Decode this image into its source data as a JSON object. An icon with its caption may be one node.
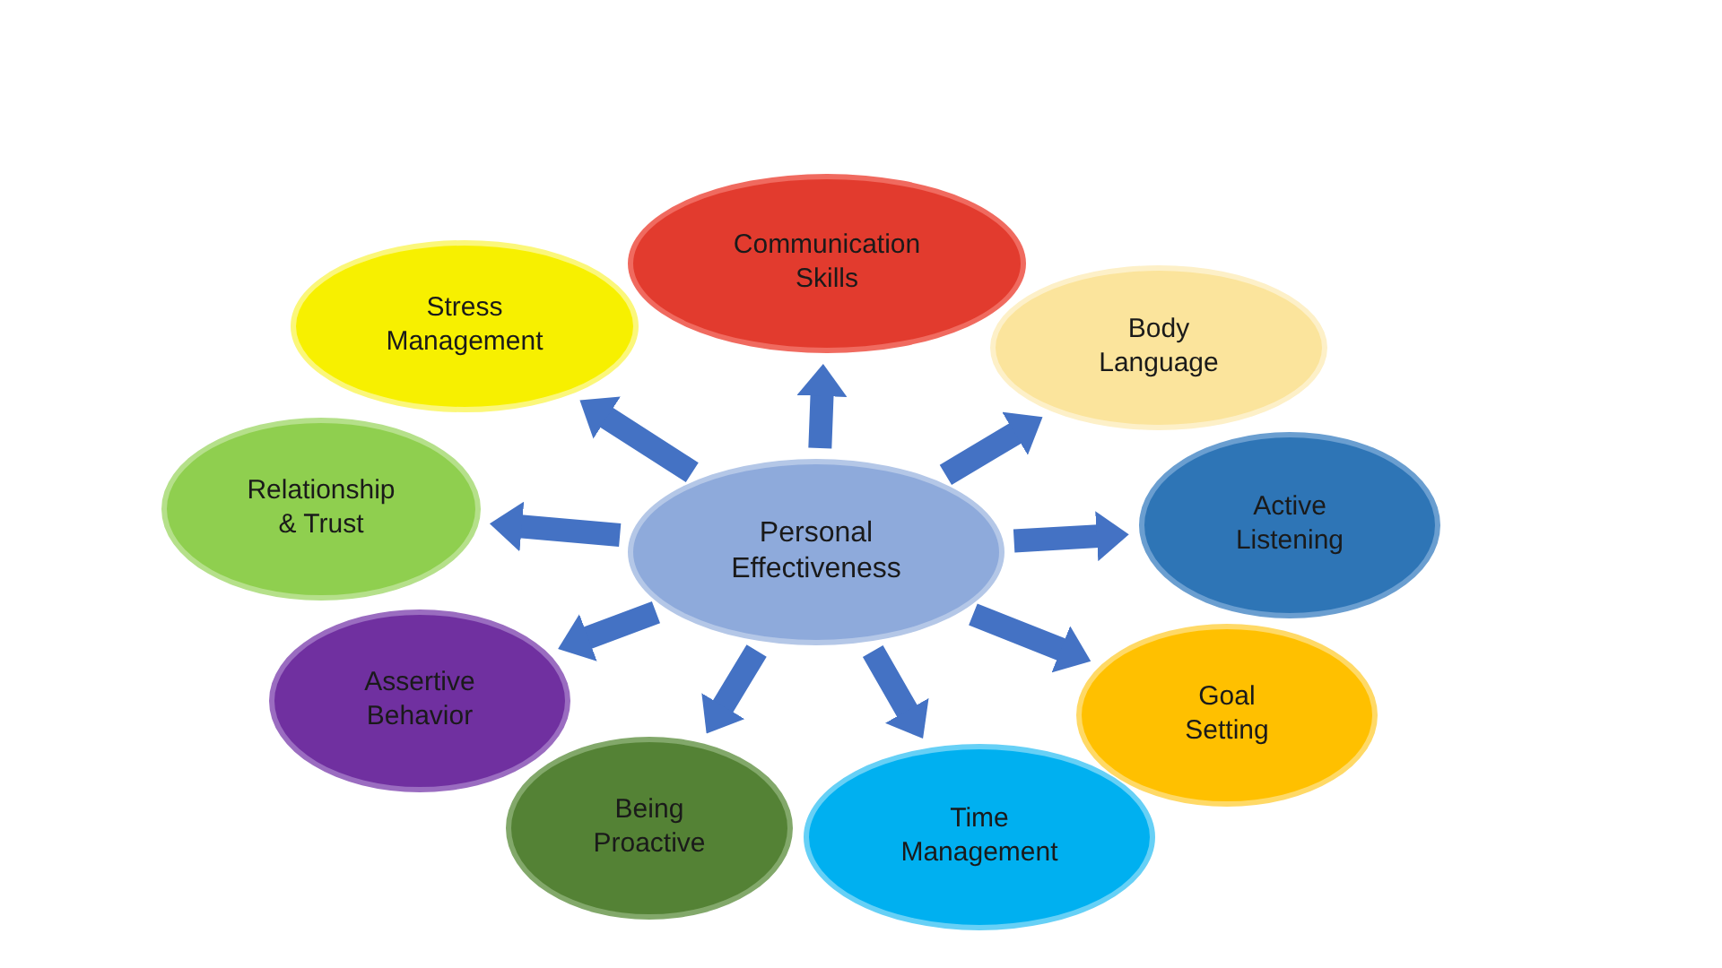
{
  "diagram": {
    "nodes": [
      {
        "text": [
          "Communication Skills"
        ]
      },
      {
        "text": [
          "Stress Management"
        ]
      },
      {
        "text": [
          "Body Language"
        ]
      },
      {
        "text": [
          "Relationship & Trust"
        ]
      },
      {
        "text": [
          "Active Listening"
        ]
      },
      {
        "text": [
          "Personal Effectiveness"
        ]
      },
      {
        "text": [
          "Assertive Behavior"
        ]
      },
      {
        "text": [
          "Goal Setting"
        ]
      },
      {
        "text": [
          "Being Proactive"
        ]
      },
      {
        "text": [
          "Time Management"
        ]
      }
    ],
    "edges": [
      {
        "from": 5,
        "to": 0,
        "arrow": "to"
      },
      {
        "from": 5,
        "to": 1,
        "arrow": "to"
      },
      {
        "from": 5,
        "to": 2,
        "arrow": "to"
      },
      {
        "from": 5,
        "to": 3,
        "arrow": "to"
      },
      {
        "from": 5,
        "to": 4,
        "arrow": "to"
      },
      {
        "from": 5,
        "to": 6,
        "arrow": "to"
      },
      {
        "from": 5,
        "to": 7,
        "arrow": "to"
      },
      {
        "from": 5,
        "to": 8,
        "arrow": "to"
      },
      {
        "from": 5,
        "to": 9,
        "arrow": "to"
      }
    ]
  }
}
